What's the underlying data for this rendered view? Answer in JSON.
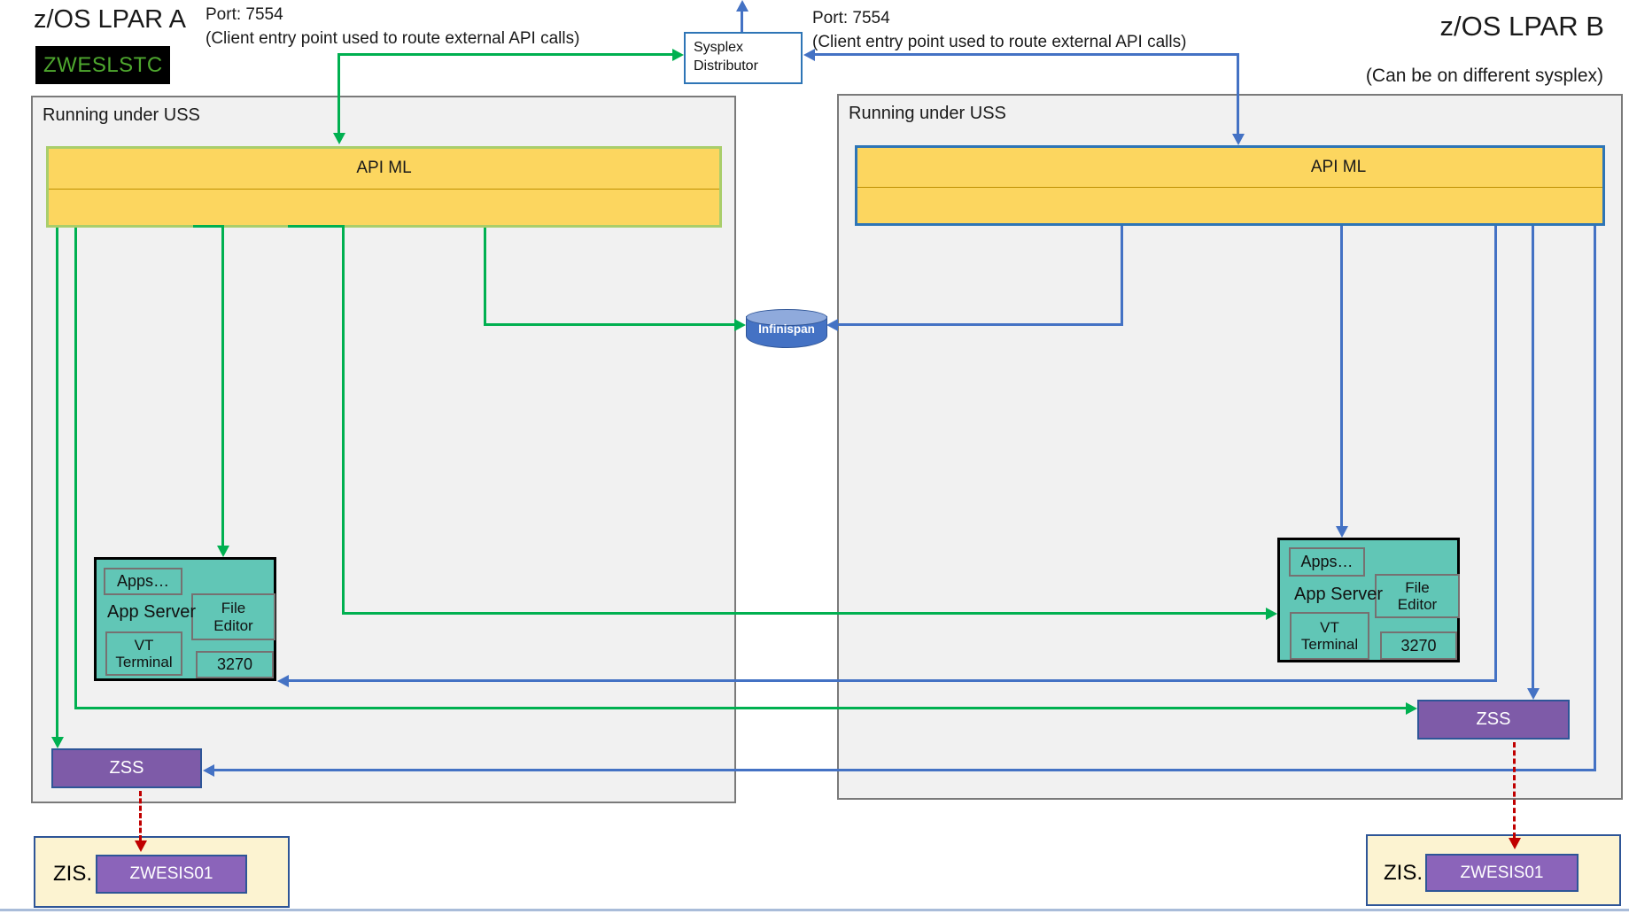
{
  "lpar_a": {
    "title": "z/OS LPAR A",
    "started_task": "ZWESLSTC",
    "port_label": "Port: 7554",
    "port_note": "(Client entry point used to route external API calls)",
    "uss_label": "Running under USS",
    "apiml_label": "API ML",
    "app_server": {
      "label": "App Server",
      "apps": "Apps…",
      "file_editor": "File Editor",
      "vt_terminal": "VT Terminal",
      "terminal_3270": "3270"
    },
    "zss_label": "ZSS",
    "zis_label": "ZIS.",
    "zis_server": "ZWESIS01"
  },
  "lpar_b": {
    "title": "z/OS LPAR B",
    "sysplex_note": "(Can be on different sysplex)",
    "port_label": "Port: 7554",
    "port_note": "(Client entry point used to route external API calls)",
    "uss_label": "Running under USS",
    "apiml_label": "API ML",
    "app_server": {
      "label": "App Server",
      "apps": "Apps…",
      "file_editor": "File Editor",
      "vt_terminal": "VT Terminal",
      "terminal_3270": "3270"
    },
    "zss_label": "ZSS",
    "zis_label": "ZIS.",
    "zis_server": "ZWESIS01"
  },
  "shared": {
    "sysplex_distributor": "Sysplex Distributor",
    "infinispan": "Infinispan"
  },
  "colors": {
    "lpar_a_flow": "#00B050",
    "lpar_b_flow": "#4472C4",
    "cross_memory_dashed": "#C00000",
    "apiml_fill": "#FCD65F",
    "apiml_border_a": "#A9CE6B",
    "apiml_border_b": "#2E75B6",
    "app_server_fill": "#61C6B6",
    "zss_fill": "#7E5BA8",
    "zwesis_fill": "#8B64BA",
    "zis_fill": "#FCF3D1",
    "uss_fill": "#F1F1F1",
    "started_task_text": "#4EA72E"
  }
}
